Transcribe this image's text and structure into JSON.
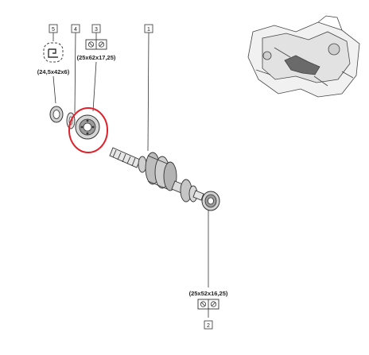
{
  "callouts": [
    {
      "number": "5",
      "dimension": "(24,5x42x6)"
    },
    {
      "number": "4"
    },
    {
      "number": "3",
      "dimension": "(25x62x17,25)"
    },
    {
      "number": "1"
    },
    {
      "number": "2",
      "dimension": "(25x52x16,25)"
    }
  ],
  "icons": {
    "part5": "oil-seal-icon",
    "part3": "bearing-symbol-icon",
    "part2": "bearing-symbol-icon"
  },
  "colors": {
    "highlight": "#e0202a",
    "line": "#333333",
    "part": "#555555"
  }
}
